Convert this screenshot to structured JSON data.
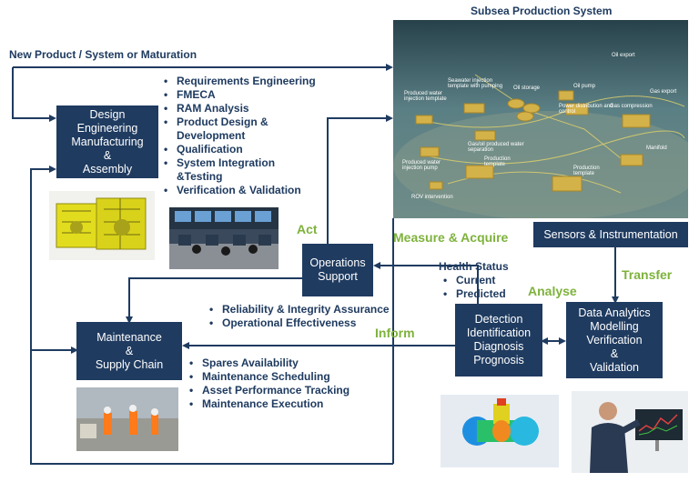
{
  "top_title": "Subsea Production System",
  "left_title": "New Product / System or Maturation",
  "boxes": {
    "design": [
      "Design",
      "Engineering",
      "Manufacturing",
      "&",
      "Assembly"
    ],
    "operations": [
      "Operations",
      "Support"
    ],
    "maintenance": [
      "Maintenance",
      "&",
      "Supply Chain"
    ],
    "sensors": "Sensors & Instrumentation",
    "detection": [
      "Detection",
      "Identification",
      "Diagnosis",
      "Prognosis"
    ],
    "analytics": [
      "Data Analytics",
      "Modelling",
      "Verification",
      "&",
      "Validation"
    ]
  },
  "design_items": [
    "Requirements Engineering",
    "FMECA",
    "RAM Analysis",
    "Product Design & Development",
    "Qualification",
    "System Integration &Testing",
    "Verification & Validation"
  ],
  "operations_items": [
    "Reliability & Integrity Assurance",
    "Operational Effectiveness"
  ],
  "maintenance_items": [
    "Spares Availability",
    "Maintenance Scheduling",
    "Asset Performance Tracking",
    "Maintenance Execution"
  ],
  "health": {
    "title": "Health Status",
    "items": [
      "Current",
      "Predicted"
    ]
  },
  "labels": {
    "act": "Act",
    "measure": "Measure & Acquire",
    "transfer": "Transfer",
    "analyse": "Analyse",
    "inform": "Inform"
  },
  "subsea_labels": {
    "oil_export": "Oil export",
    "seawater": "Seawater injection template with pumping",
    "oil_storage": "Oil storage",
    "oil_pump": "Oil pump",
    "gas_export": "Gas export",
    "produced_water": "Produced water injection template",
    "power": "Power distribution and control",
    "gas_compression": "Gas compression",
    "gas_liquid": "Gas/oil produced water separation",
    "manifold": "Manifold",
    "produced_water_pump": "Produced water injection pump",
    "production_template": "Production template",
    "production_template2": "Production template",
    "rov": "ROV intervention"
  },
  "colors": {
    "navy": "#1f3b60",
    "green": "#7eb23c",
    "line": "#1f3b60"
  }
}
